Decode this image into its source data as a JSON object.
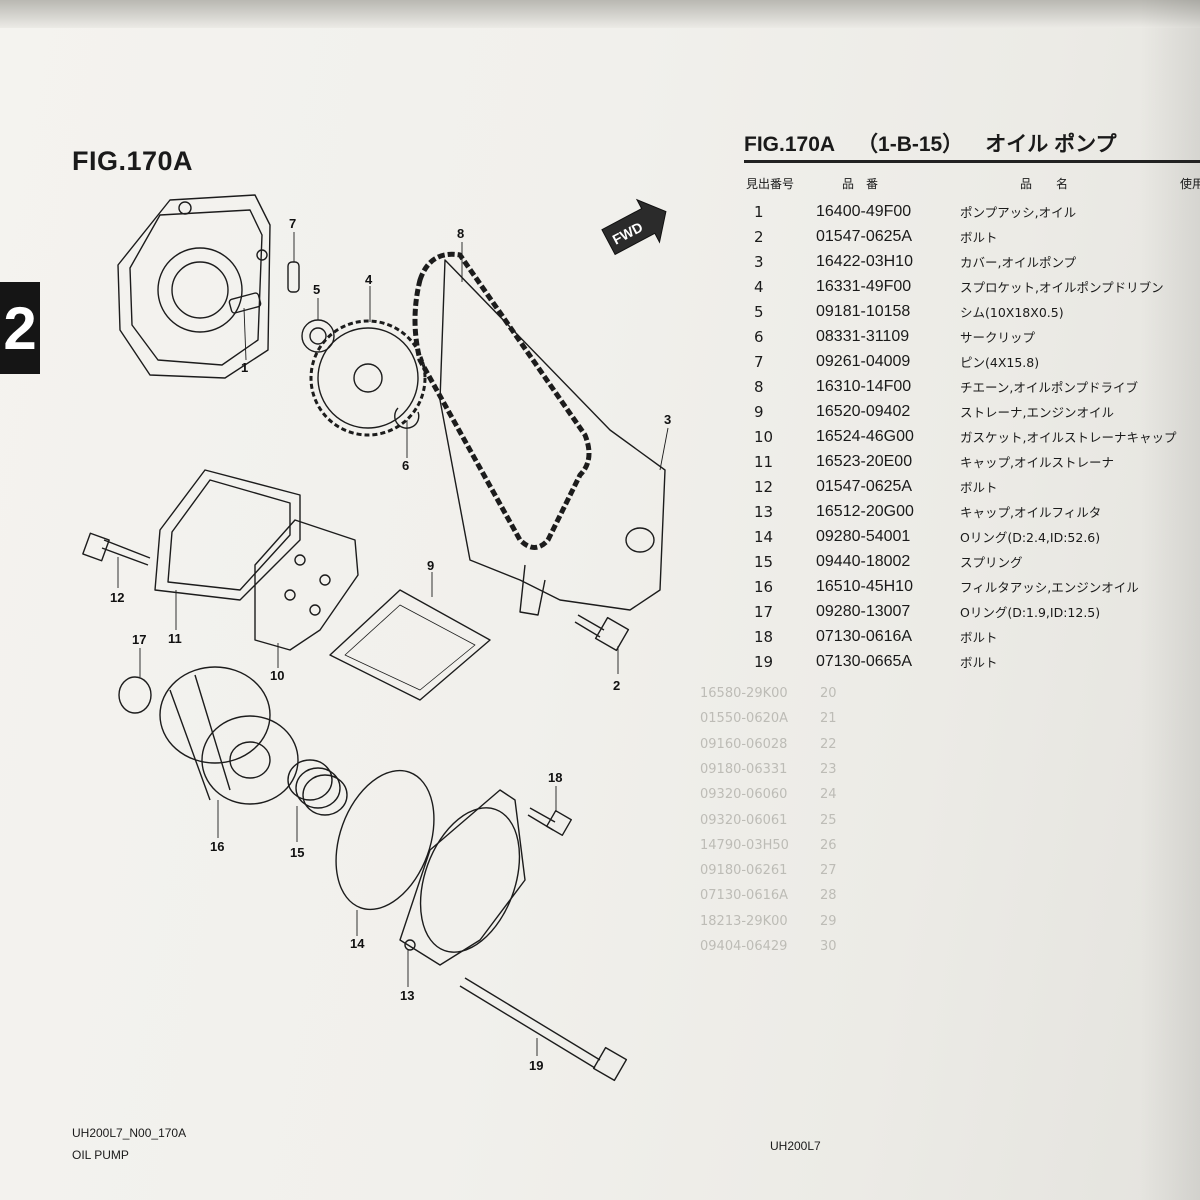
{
  "chapter_tab": "2",
  "figure_label": "FIG.170A",
  "header": {
    "figure": "FIG.170A",
    "group": "（1-B-15）",
    "title": "オイル ポンプ"
  },
  "column_headers": {
    "ref_no": "見出番号",
    "part_no": "品　番",
    "description": "品　　名",
    "usage": "使用"
  },
  "parts": [
    {
      "ref": "1",
      "part_no": "16400-49F00",
      "desc": "ポンプアッシ,オイル"
    },
    {
      "ref": "2",
      "part_no": "01547-0625A",
      "desc": "ボルト"
    },
    {
      "ref": "3",
      "part_no": "16422-03H10",
      "desc": "カバー,オイルポンプ"
    },
    {
      "ref": "4",
      "part_no": "16331-49F00",
      "desc": "スプロケット,オイルポンプドリブン"
    },
    {
      "ref": "5",
      "part_no": "09181-10158",
      "desc": "シム(10X18X0.5)"
    },
    {
      "ref": "6",
      "part_no": "08331-31109",
      "desc": "サークリップ"
    },
    {
      "ref": "7",
      "part_no": "09261-04009",
      "desc": "ピン(4X15.8)"
    },
    {
      "ref": "8",
      "part_no": "16310-14F00",
      "desc": "チエーン,オイルポンプドライブ"
    },
    {
      "ref": "9",
      "part_no": "16520-09402",
      "desc": "ストレーナ,エンジンオイル"
    },
    {
      "ref": "10",
      "part_no": "16524-46G00",
      "desc": "ガスケット,オイルストレーナキャップ"
    },
    {
      "ref": "11",
      "part_no": "16523-20E00",
      "desc": "キャップ,オイルストレーナ"
    },
    {
      "ref": "12",
      "part_no": "01547-0625A",
      "desc": "ボルト"
    },
    {
      "ref": "13",
      "part_no": "16512-20G00",
      "desc": "キャップ,オイルフィルタ"
    },
    {
      "ref": "14",
      "part_no": "09280-54001",
      "desc": "Oリング(D:2.4,ID:52.6)"
    },
    {
      "ref": "15",
      "part_no": "09440-18002",
      "desc": "スプリング"
    },
    {
      "ref": "16",
      "part_no": "16510-45H10",
      "desc": "フィルタアッシ,エンジンオイル"
    },
    {
      "ref": "17",
      "part_no": "09280-13007",
      "desc": "Oリング(D:1.9,ID:12.5)"
    },
    {
      "ref": "18",
      "part_no": "07130-0616A",
      "desc": "ボルト"
    },
    {
      "ref": "19",
      "part_no": "07130-0665A",
      "desc": "ボルト"
    }
  ],
  "ghost_rows": [
    {
      "part_no": "16580-29K00",
      "ref": "20"
    },
    {
      "part_no": "01550-0620A",
      "ref": "21"
    },
    {
      "part_no": "09160-06028",
      "ref": "22"
    },
    {
      "part_no": "09180-06331",
      "ref": "23"
    },
    {
      "part_no": "09320-06060",
      "ref": "24"
    },
    {
      "part_no": "09320-06061",
      "ref": "25"
    },
    {
      "part_no": "14790-03H50",
      "ref": "26"
    },
    {
      "part_no": "09180-06261",
      "ref": "27"
    },
    {
      "part_no": "07130-0616A",
      "ref": "28"
    },
    {
      "part_no": "18213-29K00",
      "ref": "29"
    },
    {
      "part_no": "09404-06429",
      "ref": "30"
    }
  ],
  "fwd_label": "FWD",
  "callouts": [
    "1",
    "2",
    "3",
    "4",
    "5",
    "6",
    "7",
    "8",
    "9",
    "10",
    "11",
    "12",
    "13",
    "14",
    "15",
    "16",
    "17",
    "18",
    "19"
  ],
  "footer": {
    "code": "UH200L7_N00_170A",
    "name": "OIL PUMP",
    "model": "UH200L7"
  }
}
